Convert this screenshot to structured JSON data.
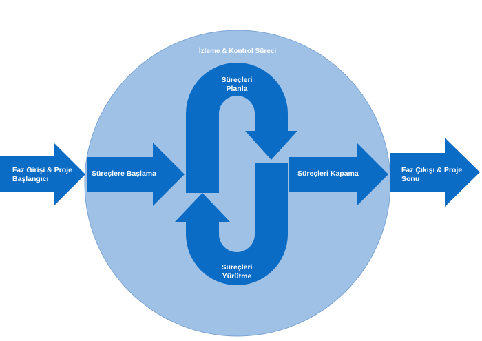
{
  "colors": {
    "circle": "#9fc1e6",
    "circle_stroke": "#7aa3d1",
    "arrow": "#0a6cc4",
    "text": "#ffffff"
  },
  "circle_title": "İzleme & Kontrol Süreci",
  "labels": {
    "phase_entry": [
      "Faz Girişi & Proje",
      "Başlangıcı"
    ],
    "start": "Süreçlere Başlama",
    "plan": [
      "Süreçleri",
      "Planla"
    ],
    "execute": [
      "Süreçleri",
      "Yürütme"
    ],
    "close": "Süreçleri Kapama",
    "phase_exit": [
      "Faz Çıkışı & Proje",
      "Sonu"
    ]
  }
}
